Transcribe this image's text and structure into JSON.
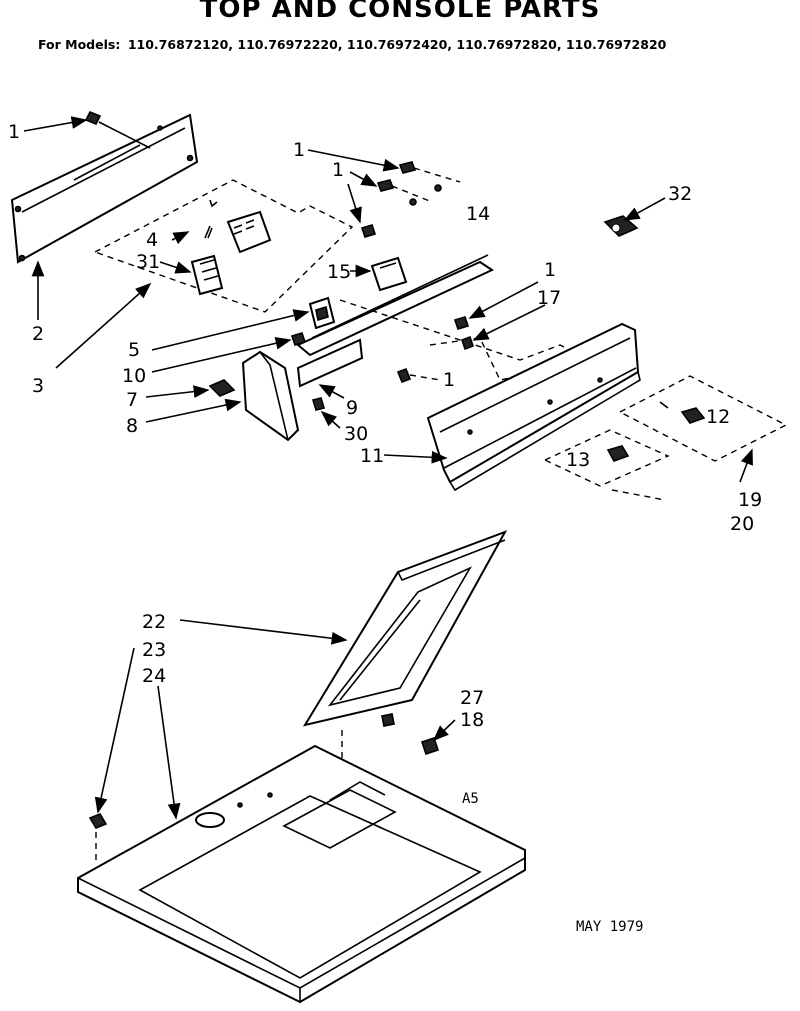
{
  "header": {
    "title": "TOP AND CONSOLE PARTS",
    "models_prefix": "For Models:",
    "models": "110.76872120, 110.76972220, 110.76972420, 110.76972820, 110.76972820"
  },
  "callouts": [
    {
      "id": "c1a",
      "text": "1"
    },
    {
      "id": "c1b",
      "text": "1"
    },
    {
      "id": "c1c",
      "text": "1"
    },
    {
      "id": "c1d",
      "text": "1"
    },
    {
      "id": "c1e",
      "text": "1"
    },
    {
      "id": "c2",
      "text": "2"
    },
    {
      "id": "c3",
      "text": "3"
    },
    {
      "id": "c4",
      "text": "4"
    },
    {
      "id": "c5",
      "text": "5"
    },
    {
      "id": "c7",
      "text": "7"
    },
    {
      "id": "c8",
      "text": "8"
    },
    {
      "id": "c9",
      "text": "9"
    },
    {
      "id": "c10",
      "text": "10"
    },
    {
      "id": "c11",
      "text": "11"
    },
    {
      "id": "c12",
      "text": "12"
    },
    {
      "id": "c13",
      "text": "13"
    },
    {
      "id": "c14",
      "text": "14"
    },
    {
      "id": "c15",
      "text": "15"
    },
    {
      "id": "c17",
      "text": "17"
    },
    {
      "id": "c18",
      "text": "18"
    },
    {
      "id": "c19",
      "text": "19"
    },
    {
      "id": "c20",
      "text": "20"
    },
    {
      "id": "c22",
      "text": "22"
    },
    {
      "id": "c23",
      "text": "23"
    },
    {
      "id": "c24",
      "text": "24"
    },
    {
      "id": "c27",
      "text": "27"
    },
    {
      "id": "c30",
      "text": "30"
    },
    {
      "id": "c31",
      "text": "31"
    },
    {
      "id": "c32",
      "text": "32"
    }
  ],
  "annotations": {
    "ref_code": "A5",
    "date": "MAY 1979"
  }
}
